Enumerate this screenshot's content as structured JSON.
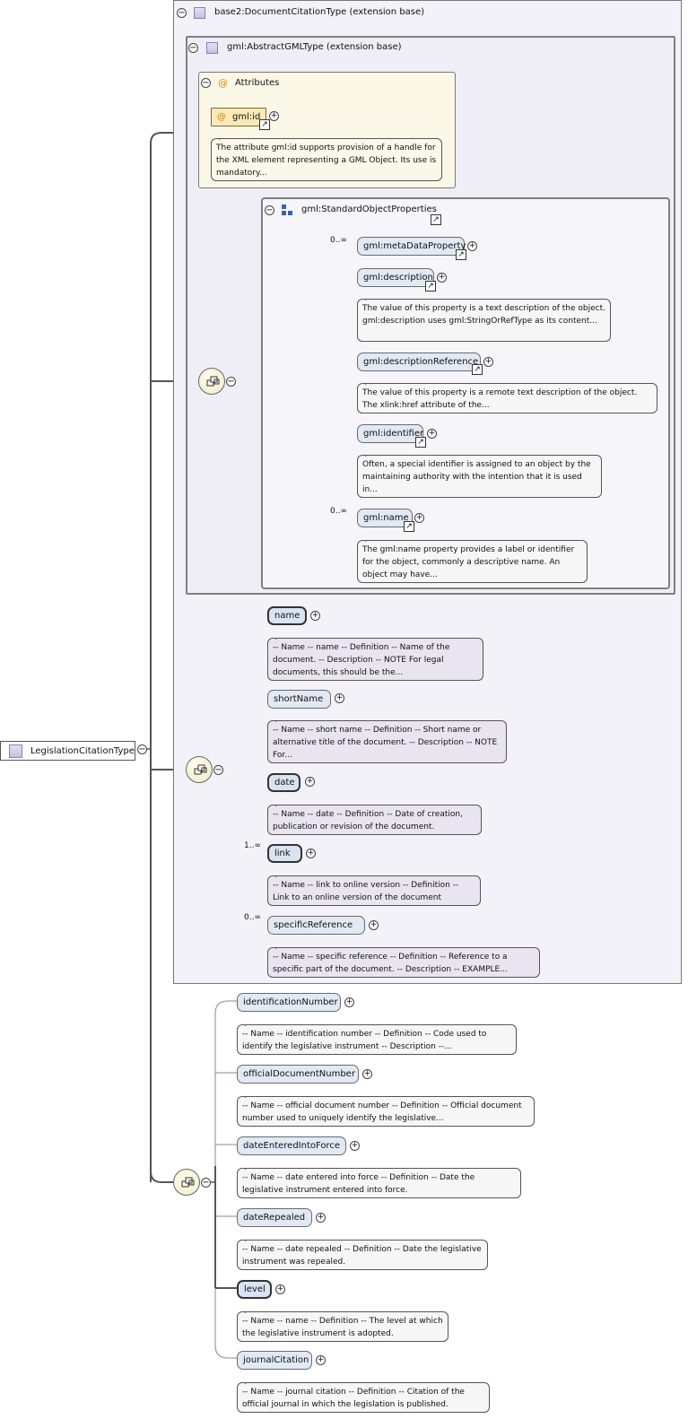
{
  "root": {
    "label": "LegislationCitationType"
  },
  "base2_ext": {
    "label": "base2:DocumentCitationType (extension base)"
  },
  "gml_ext": {
    "label": "gml:AbstractGMLType (extension base)"
  },
  "attributes": {
    "label": "Attributes",
    "gml_id": {
      "label": "gml:id",
      "doc": "The attribute gml:id supports provision of a handle for the XML element representing a GML Object. Its use is mandatory..."
    }
  },
  "standard_props": {
    "label": "gml:StandardObjectProperties",
    "items": [
      {
        "label": "gml:metaDataProperty",
        "card": "0..∞",
        "doc": ""
      },
      {
        "label": "gml:description",
        "card": "",
        "doc": "The value of this property is a text description of the object. gml:description uses gml:StringOrRefType as its content..."
      },
      {
        "label": "gml:descriptionReference",
        "card": "",
        "doc": "The value of this property is a remote text description of the object. The xlink:href attribute of the..."
      },
      {
        "label": "gml:identifier",
        "card": "",
        "doc": "Often, a special identifier is assigned to an object by the maintaining authority with the intention that it is used in..."
      },
      {
        "label": "gml:name",
        "card": "0..∞",
        "doc": "The gml:name property provides a label or identifier for the object, commonly a descriptive name. An object may have..."
      }
    ]
  },
  "doc_elements": [
    {
      "label": "name",
      "card": "",
      "doc": "-- Name -- name -- Definition -- Name of the document. -- Description -- NOTE For legal documents, this should be the..."
    },
    {
      "label": "shortName",
      "card": "",
      "doc": "-- Name -- short name -- Definition -- Short name or alternative title of the document. -- Description -- NOTE For..."
    },
    {
      "label": "date",
      "card": "",
      "doc": "-- Name -- date -- Definition -- Date of creation, publication or revision of the document."
    },
    {
      "label": "link",
      "card": "1..∞",
      "doc": "-- Name -- link to online version -- Definition -- Link to an online version of the document"
    },
    {
      "label": "specificReference",
      "card": "0..∞",
      "doc": "-- Name -- specific reference -- Definition -- Reference to a specific part of the document. -- Description -- EXAMPLE..."
    }
  ],
  "leg_elements": [
    {
      "label": "identificationNumber",
      "doc": "-- Name -- identification number -- Definition -- Code used to identify the legislative instrument -- Description --..."
    },
    {
      "label": "officialDocumentNumber",
      "doc": "-- Name -- official document number -- Definition -- Official document number used to uniquely identify the legislative..."
    },
    {
      "label": "dateEnteredIntoForce",
      "doc": "-- Name -- date entered into force -- Definition -- Date the legislative instrument entered into force."
    },
    {
      "label": "dateRepealed",
      "doc": "-- Name -- date repealed -- Definition -- Date the legislative instrument was repealed."
    },
    {
      "label": "level",
      "doc": "-- Name -- name -- Definition -- The level at which the legislative instrument is adopted."
    },
    {
      "label": "journalCitation",
      "doc": "-- Name -- journal citation -- Definition -- Citation of the official journal in which the legislation is published."
    }
  ],
  "icons": {
    "sequence": "sequence-compositor-icon",
    "attribute": "at-sign-icon",
    "complex_type": "complex-type-icon",
    "group": "group-icon",
    "ref": "reference-arrow-icon"
  }
}
